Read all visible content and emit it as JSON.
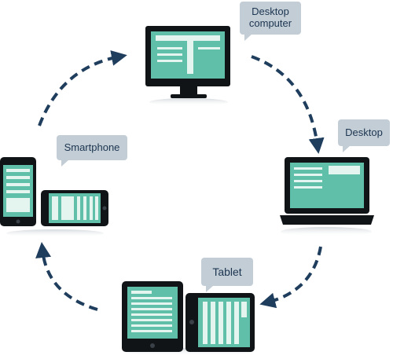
{
  "labels": {
    "desktop_computer": "Desktop computer",
    "desktop": "Desktop",
    "smartphone": "Smartphone",
    "tablet": "Tablet"
  },
  "colors": {
    "screen": "#5fbfa8",
    "device_body": "#111417",
    "bubble": "#c3cdd6",
    "bubble_text": "#1c3550",
    "arrow": "#1f3d5c"
  },
  "devices": [
    {
      "name": "desktop-computer",
      "type": "monitor"
    },
    {
      "name": "desktop",
      "type": "laptop"
    },
    {
      "name": "tablet",
      "type": "tablet-pair"
    },
    {
      "name": "smartphone",
      "type": "phone-pair"
    }
  ]
}
